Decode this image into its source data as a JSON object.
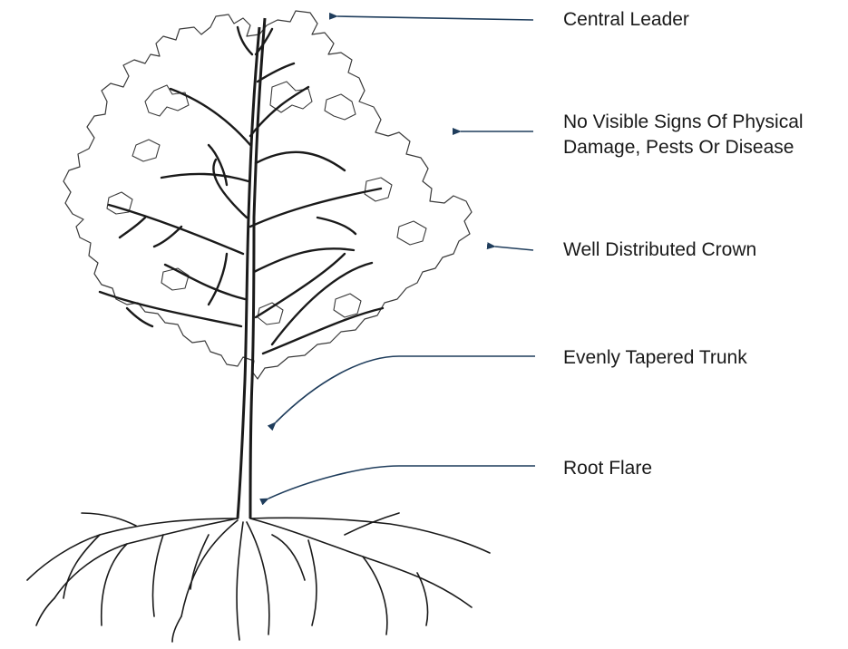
{
  "labels": {
    "central_leader": "Central Leader",
    "damage_line1": "No Visible Signs Of Physical",
    "damage_line2": "Damage, Pests Or Disease",
    "crown": "Well Distributed Crown",
    "trunk": "Evenly Tapered Trunk",
    "root_flare": "Root Flare"
  },
  "colors": {
    "arrow": "#1f3d5c",
    "ink": "#1a1a1a",
    "crown_outline": "#3a3a3a",
    "background": "#ffffff"
  }
}
